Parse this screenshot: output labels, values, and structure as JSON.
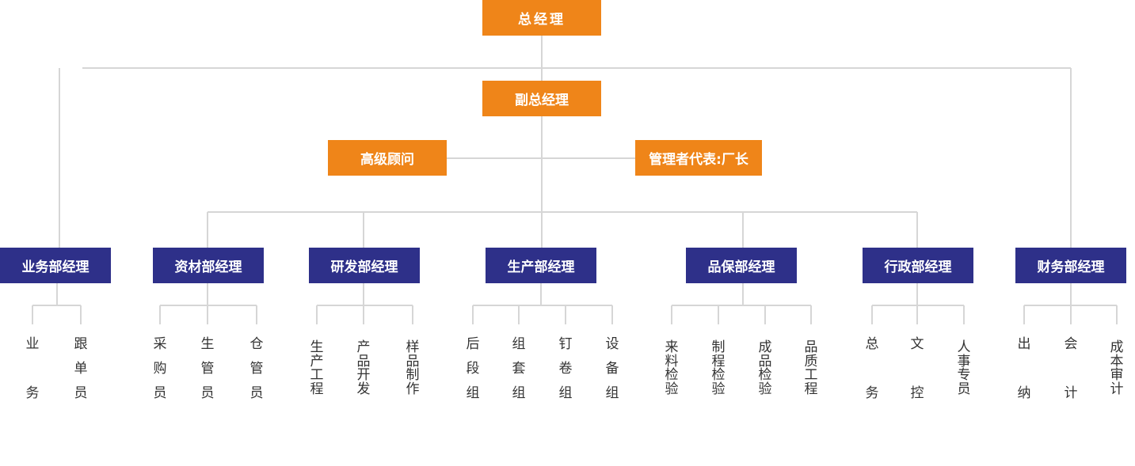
{
  "colors": {
    "top": "#ef8519",
    "dept": "#2e3089",
    "line": "#d6d6d6"
  },
  "top": {
    "gm": "总经理",
    "vgm": "副总经理",
    "advisor": "高级顾问",
    "rep": "管理者代表:厂长"
  },
  "departments": [
    {
      "label": "业务部经理",
      "staff": [
        "业务",
        "跟单员"
      ]
    },
    {
      "label": "资材部经理",
      "staff": [
        "采购员",
        "生管员",
        "仓管员"
      ]
    },
    {
      "label": "研发部经理",
      "staff": [
        "生产工程",
        "产品开发",
        "样品制作"
      ]
    },
    {
      "label": "生产部经理",
      "staff": [
        "后段组",
        "组套组",
        "钉卷组",
        "设备组"
      ]
    },
    {
      "label": "品保部经理",
      "staff": [
        "来料检验",
        "制程检验",
        "成品检验",
        "品质工程"
      ]
    },
    {
      "label": "行政部经理",
      "staff": [
        "总务",
        "文控",
        "人事专员"
      ]
    },
    {
      "label": "财务部经理",
      "staff": [
        "出纳",
        "会计",
        "成本审计"
      ]
    }
  ]
}
